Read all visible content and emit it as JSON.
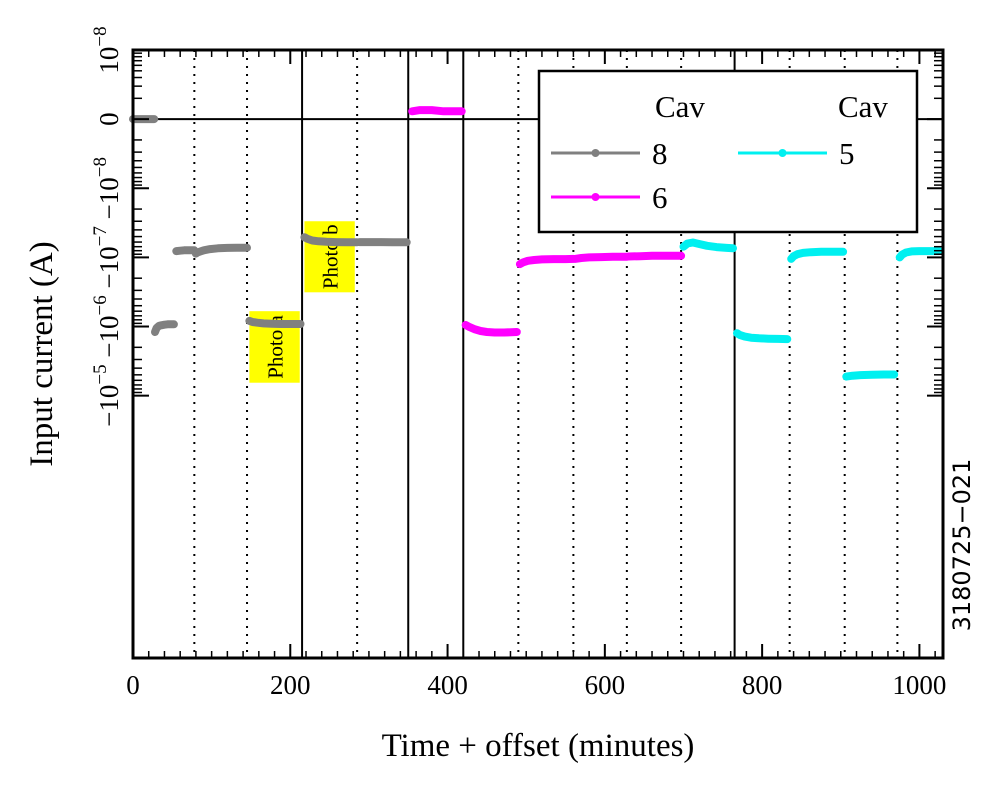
{
  "chart_data": {
    "type": "scatter",
    "title": "",
    "xlabel": "Time + offset (minutes)",
    "ylabel": "Input current (A)",
    "xlim": [
      0,
      1030
    ],
    "y_scale": "symlog",
    "y_ticks": [
      {
        "value": 1e-08,
        "base": "10",
        "exp": "−8"
      },
      {
        "value": 0,
        "base": "0",
        "exp": ""
      },
      {
        "value": -1e-08,
        "base": "−10",
        "exp": "−8"
      },
      {
        "value": -1e-07,
        "base": "−10",
        "exp": "−7"
      },
      {
        "value": -1e-06,
        "base": "−10",
        "exp": "−6"
      },
      {
        "value": -1e-05,
        "base": "−10",
        "exp": "−5"
      }
    ],
    "x_ticks": [
      0,
      200,
      400,
      600,
      800,
      1000
    ],
    "grid": false,
    "legend_position": "top-right",
    "legend": {
      "header_left": "Cav",
      "header_right": "Cav"
    },
    "colors": {
      "8": "#808080",
      "6": "#ff00ff",
      "5": "#00f0f0"
    },
    "solid_vlines": [
      215,
      350,
      420,
      765
    ],
    "dotted_vlines": [
      78,
      145,
      285,
      490,
      560,
      628,
      697,
      835,
      905,
      972
    ],
    "series": [
      {
        "name": "8",
        "color": "#808080",
        "segments": [
          {
            "x": [
              0,
              10,
              20,
              27
            ],
            "y": [
              0,
              0,
              0,
              0
            ]
          },
          {
            "x": [
              28,
              30,
              33,
              36,
              40,
              44,
              48,
              52
            ],
            "y": [
              -1.2e-06,
              -1.05e-06,
              -9.8e-07,
              -9.6e-07,
              -9.4e-07,
              -9.3e-07,
              -9.3e-07,
              -9.3e-07
            ]
          },
          {
            "x": [
              55,
              60,
              65,
              72,
              78
            ],
            "y": [
              -8.1e-08,
              -8e-08,
              -7.9e-08,
              -7.9e-08,
              -7.9e-08
            ]
          },
          {
            "x": [
              80,
              82,
              86,
              90,
              98,
              108,
              120,
              132,
              145
            ],
            "y": [
              -8.8e-08,
              -8.5e-08,
              -8.2e-08,
              -7.9e-08,
              -7.6e-08,
              -7.4e-08,
              -7.3e-08,
              -7.25e-08,
              -7.25e-08
            ]
          },
          {
            "x": [
              148,
              152,
              158,
              166,
              176,
              188,
              200,
              213
            ],
            "y": [
              -8.3e-07,
              -8.6e-07,
              -8.8e-07,
              -9e-07,
              -9.1e-07,
              -9.2e-07,
              -9.2e-07,
              -9.2e-07
            ]
          },
          {
            "x": [
              218,
              222,
              228,
              236,
              246,
              258,
              272,
              285
            ],
            "y": [
              -5.1e-08,
              -5.4e-08,
              -5.7e-08,
              -5.85e-08,
              -5.95e-08,
              -6e-08,
              -6.05e-08,
              -6.05e-08
            ]
          },
          {
            "x": [
              288,
              300,
              315,
              330,
              348
            ],
            "y": [
              -6e-08,
              -6e-08,
              -6e-08,
              -6.05e-08,
              -6.05e-08
            ]
          }
        ]
      },
      {
        "name": "6",
        "color": "#ff00ff",
        "segments": [
          {
            "x": [
              355,
              365,
              380,
              395,
              410,
              418
            ],
            "y": [
              1.3e-09,
              1.35e-09,
              1.35e-09,
              1.3e-09,
              1.3e-09,
              1.3e-09
            ]
          },
          {
            "x": [
              423,
              428,
              435,
              442,
              450,
              460,
              472,
              488
            ],
            "y": [
              -9.5e-07,
              -1.02e-06,
              -1.1e-06,
              -1.16e-06,
              -1.2e-06,
              -1.22e-06,
              -1.22e-06,
              -1.2e-06
            ]
          },
          {
            "x": [
              492,
              496,
              502,
              510,
              520,
              535,
              550,
              560
            ],
            "y": [
              -1.25e-07,
              -1.18e-07,
              -1.12e-07,
              -1.09e-07,
              -1.07e-07,
              -1.06e-07,
              -1.06e-07,
              -1.05e-07
            ]
          },
          {
            "x": [
              562,
              570,
              580,
              595,
              610,
              628
            ],
            "y": [
              -1.05e-07,
              -1.02e-07,
              -1e-07,
              -9.9e-08,
              -9.8e-08,
              -9.8e-08
            ]
          },
          {
            "x": [
              630,
              645,
              660,
              680,
              697
            ],
            "y": [
              -9.7e-08,
              -9.6e-08,
              -9.5e-08,
              -9.5e-08,
              -9.5e-08
            ]
          }
        ]
      },
      {
        "name": "5",
        "color": "#00f0f0",
        "segments": [
          {
            "x": [
              700,
              705,
              712,
              720,
              730,
              742,
              755,
              763
            ],
            "y": [
              -7e-08,
              -6.3e-08,
              -6.1e-08,
              -6.4e-08,
              -6.8e-08,
              -7.1e-08,
              -7.3e-08,
              -7.4e-08
            ]
          },
          {
            "x": [
              768,
              772,
              778,
              786,
              796,
              808,
              820,
              832
            ],
            "y": [
              -1.25e-06,
              -1.33e-06,
              -1.4e-06,
              -1.45e-06,
              -1.48e-06,
              -1.5e-06,
              -1.51e-06,
              -1.52e-06
            ]
          },
          {
            "x": [
              837,
              840,
              845,
              852,
              862,
              875,
              890,
              903
            ],
            "y": [
              -1.05e-07,
              -9.6e-08,
              -9e-08,
              -8.6e-08,
              -8.4e-08,
              -8.3e-08,
              -8.3e-08,
              -8.3e-08
            ]
          },
          {
            "x": [
              907,
              915,
              925,
              940,
              955,
              968
            ],
            "y": [
              -5.3e-06,
              -5.15e-06,
              -5.05e-06,
              -5e-06,
              -4.95e-06,
              -4.95e-06
            ]
          },
          {
            "x": [
              975,
              978,
              983,
              990,
              1000,
              1012,
              1025
            ],
            "y": [
              -1e-07,
              -9.1e-08,
              -8.5e-08,
              -8.2e-08,
              -8.1e-08,
              -8.1e-08,
              -8.1e-08
            ]
          }
        ]
      }
    ],
    "annotations": [
      {
        "text": "Photo a",
        "x_range": [
          148,
          212
        ],
        "y_range": [
          -6e-07,
          -6.5e-06
        ],
        "color": "#ffff00"
      },
      {
        "text": "Photo b",
        "x_range": [
          218,
          282
        ],
        "y_range": [
          -3e-08,
          -3.2e-07
        ],
        "color": "#ffff00"
      }
    ],
    "side_label": "3180725−021"
  }
}
